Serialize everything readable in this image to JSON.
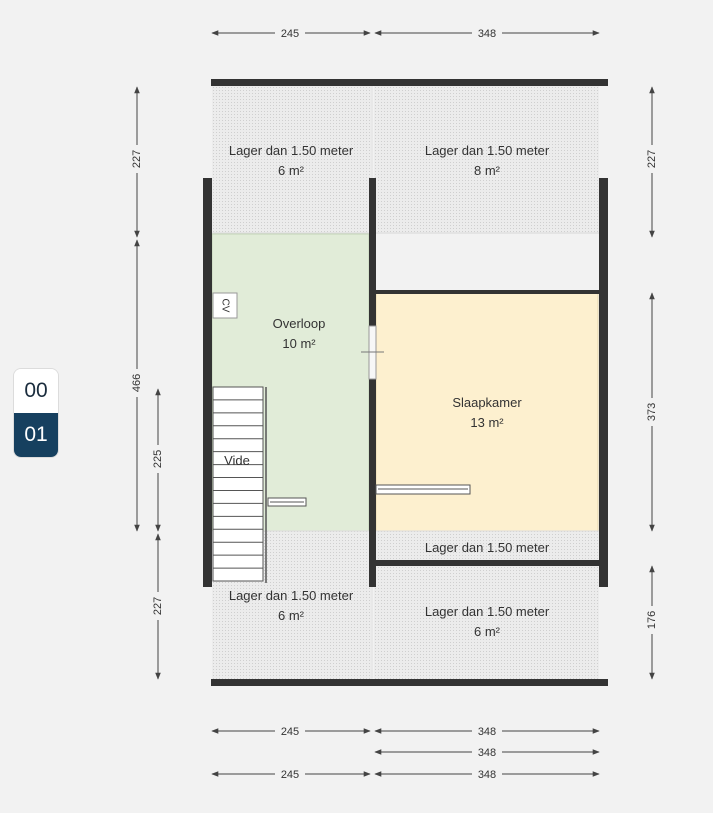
{
  "floor_selector": {
    "floors": [
      {
        "label": "00",
        "active": false
      },
      {
        "label": "01",
        "active": true
      }
    ]
  },
  "colors": {
    "overloop": "#e1ecd8",
    "slaapkamer": "#fdf0cf",
    "wall": "#333333",
    "selector_active": "#16405f"
  },
  "rooms": {
    "attic_top_left": {
      "name": "Lager dan 1.50 meter",
      "area": "6 m²"
    },
    "attic_top_right": {
      "name": "Lager dan 1.50 meter",
      "area": "8 m²"
    },
    "overloop": {
      "name": "Overloop",
      "area": "10 m²"
    },
    "slaapkamer": {
      "name": "Slaapkamer",
      "area": "13 m²"
    },
    "attic_mid_right": {
      "name": "Lager dan 1.50 meter"
    },
    "attic_bottom_left": {
      "name": "Lager dan 1.50 meter",
      "area": "6 m²"
    },
    "attic_bottom_right": {
      "name": "Lager dan 1.50 meter",
      "area": "6 m²"
    },
    "cv": {
      "label": "CV"
    },
    "vide": {
      "label": "Vide"
    }
  },
  "dimensions": {
    "top": [
      "245",
      "348"
    ],
    "bottom_row1": [
      "245",
      "348"
    ],
    "bottom_row2": [
      "348"
    ],
    "bottom_row3": [
      "245",
      "348"
    ],
    "left_outer": [
      "227",
      "466"
    ],
    "left_inner": [
      "225",
      "227"
    ],
    "right": [
      "227",
      "373",
      "176"
    ]
  }
}
